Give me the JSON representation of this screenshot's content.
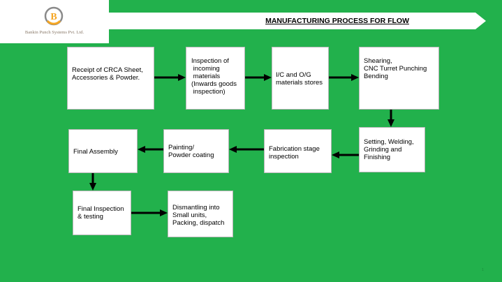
{
  "header": {
    "company_name": "Bankin Punch Systems Pvt. Ltd.",
    "logo_letter": "B",
    "title": "MANUFACTURING  PROCESS FOR FLOW"
  },
  "colors": {
    "background": "#22b14c",
    "box_fill": "#ffffff",
    "arrow": "#000000",
    "logo_orange": "#f5a623",
    "logo_gray": "#8a8a8a"
  },
  "steps": [
    {
      "id": "receipt",
      "text": "Receipt of CRCA Sheet,\nAccessories & Powder."
    },
    {
      "id": "inspection-incoming",
      "text": "Inspection of\n incoming\n materials\n(Inwards goods\n inspection)"
    },
    {
      "id": "stores",
      "text": "I/C and O/G\nmaterials stores"
    },
    {
      "id": "shearing",
      "text": "Shearing,\nCNC Turret Punching\nBending"
    },
    {
      "id": "setting",
      "text": "Setting, Welding,\nGrinding and\nFinishing"
    },
    {
      "id": "fabrication-inspection",
      "text": "Fabrication stage\ninspection"
    },
    {
      "id": "painting",
      "text": "Painting/\nPowder coating"
    },
    {
      "id": "final-assembly",
      "text": "Final Assembly"
    },
    {
      "id": "final-inspection",
      "text": "Final Inspection\n& testing"
    },
    {
      "id": "dismantling",
      "text": "Dismantling into\nSmall units,\nPacking, dispatch"
    }
  ],
  "flow": [
    {
      "from": "receipt",
      "to": "inspection-incoming"
    },
    {
      "from": "inspection-incoming",
      "to": "stores"
    },
    {
      "from": "stores",
      "to": "shearing"
    },
    {
      "from": "shearing",
      "to": "setting"
    },
    {
      "from": "setting",
      "to": "fabrication-inspection"
    },
    {
      "from": "fabrication-inspection",
      "to": "painting"
    },
    {
      "from": "painting",
      "to": "final-assembly"
    },
    {
      "from": "final-assembly",
      "to": "final-inspection"
    },
    {
      "from": "final-inspection",
      "to": "dismantling"
    }
  ],
  "footer": {
    "page_number": "1"
  }
}
